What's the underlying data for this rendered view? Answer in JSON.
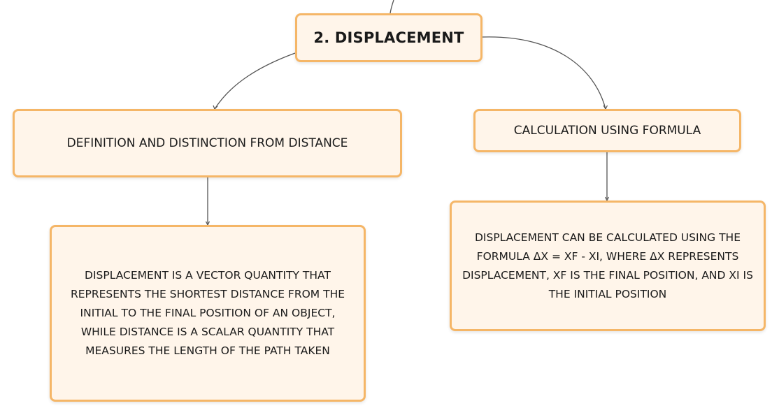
{
  "mindmap": {
    "root": {
      "label": "2. DISPLACEMENT"
    },
    "definition": {
      "label": "DEFINITION AND DISTINCTION FROM DISTANCE",
      "detail": "DISPLACEMENT IS A VECTOR QUANTITY THAT REPRESENTS THE SHORTEST DISTANCE FROM THE INITIAL TO THE FINAL POSITION OF AN OBJECT, WHILE DISTANCE IS A SCALAR QUANTITY THAT MEASURES THE LENGTH OF THE PATH TAKEN"
    },
    "calculation": {
      "label": "CALCULATION USING FORMULA",
      "detail": "DISPLACEMENT CAN BE CALCULATED USING THE FORMULA ΔX = XF - XI, WHERE ΔX REPRESENTS DISPLACEMENT, XF IS THE FINAL POSITION, AND XI IS THE INITIAL POSITION"
    }
  },
  "colors": {
    "node_fill": "#fff5ea",
    "node_border": "#f5b667",
    "connector": "#555555"
  }
}
